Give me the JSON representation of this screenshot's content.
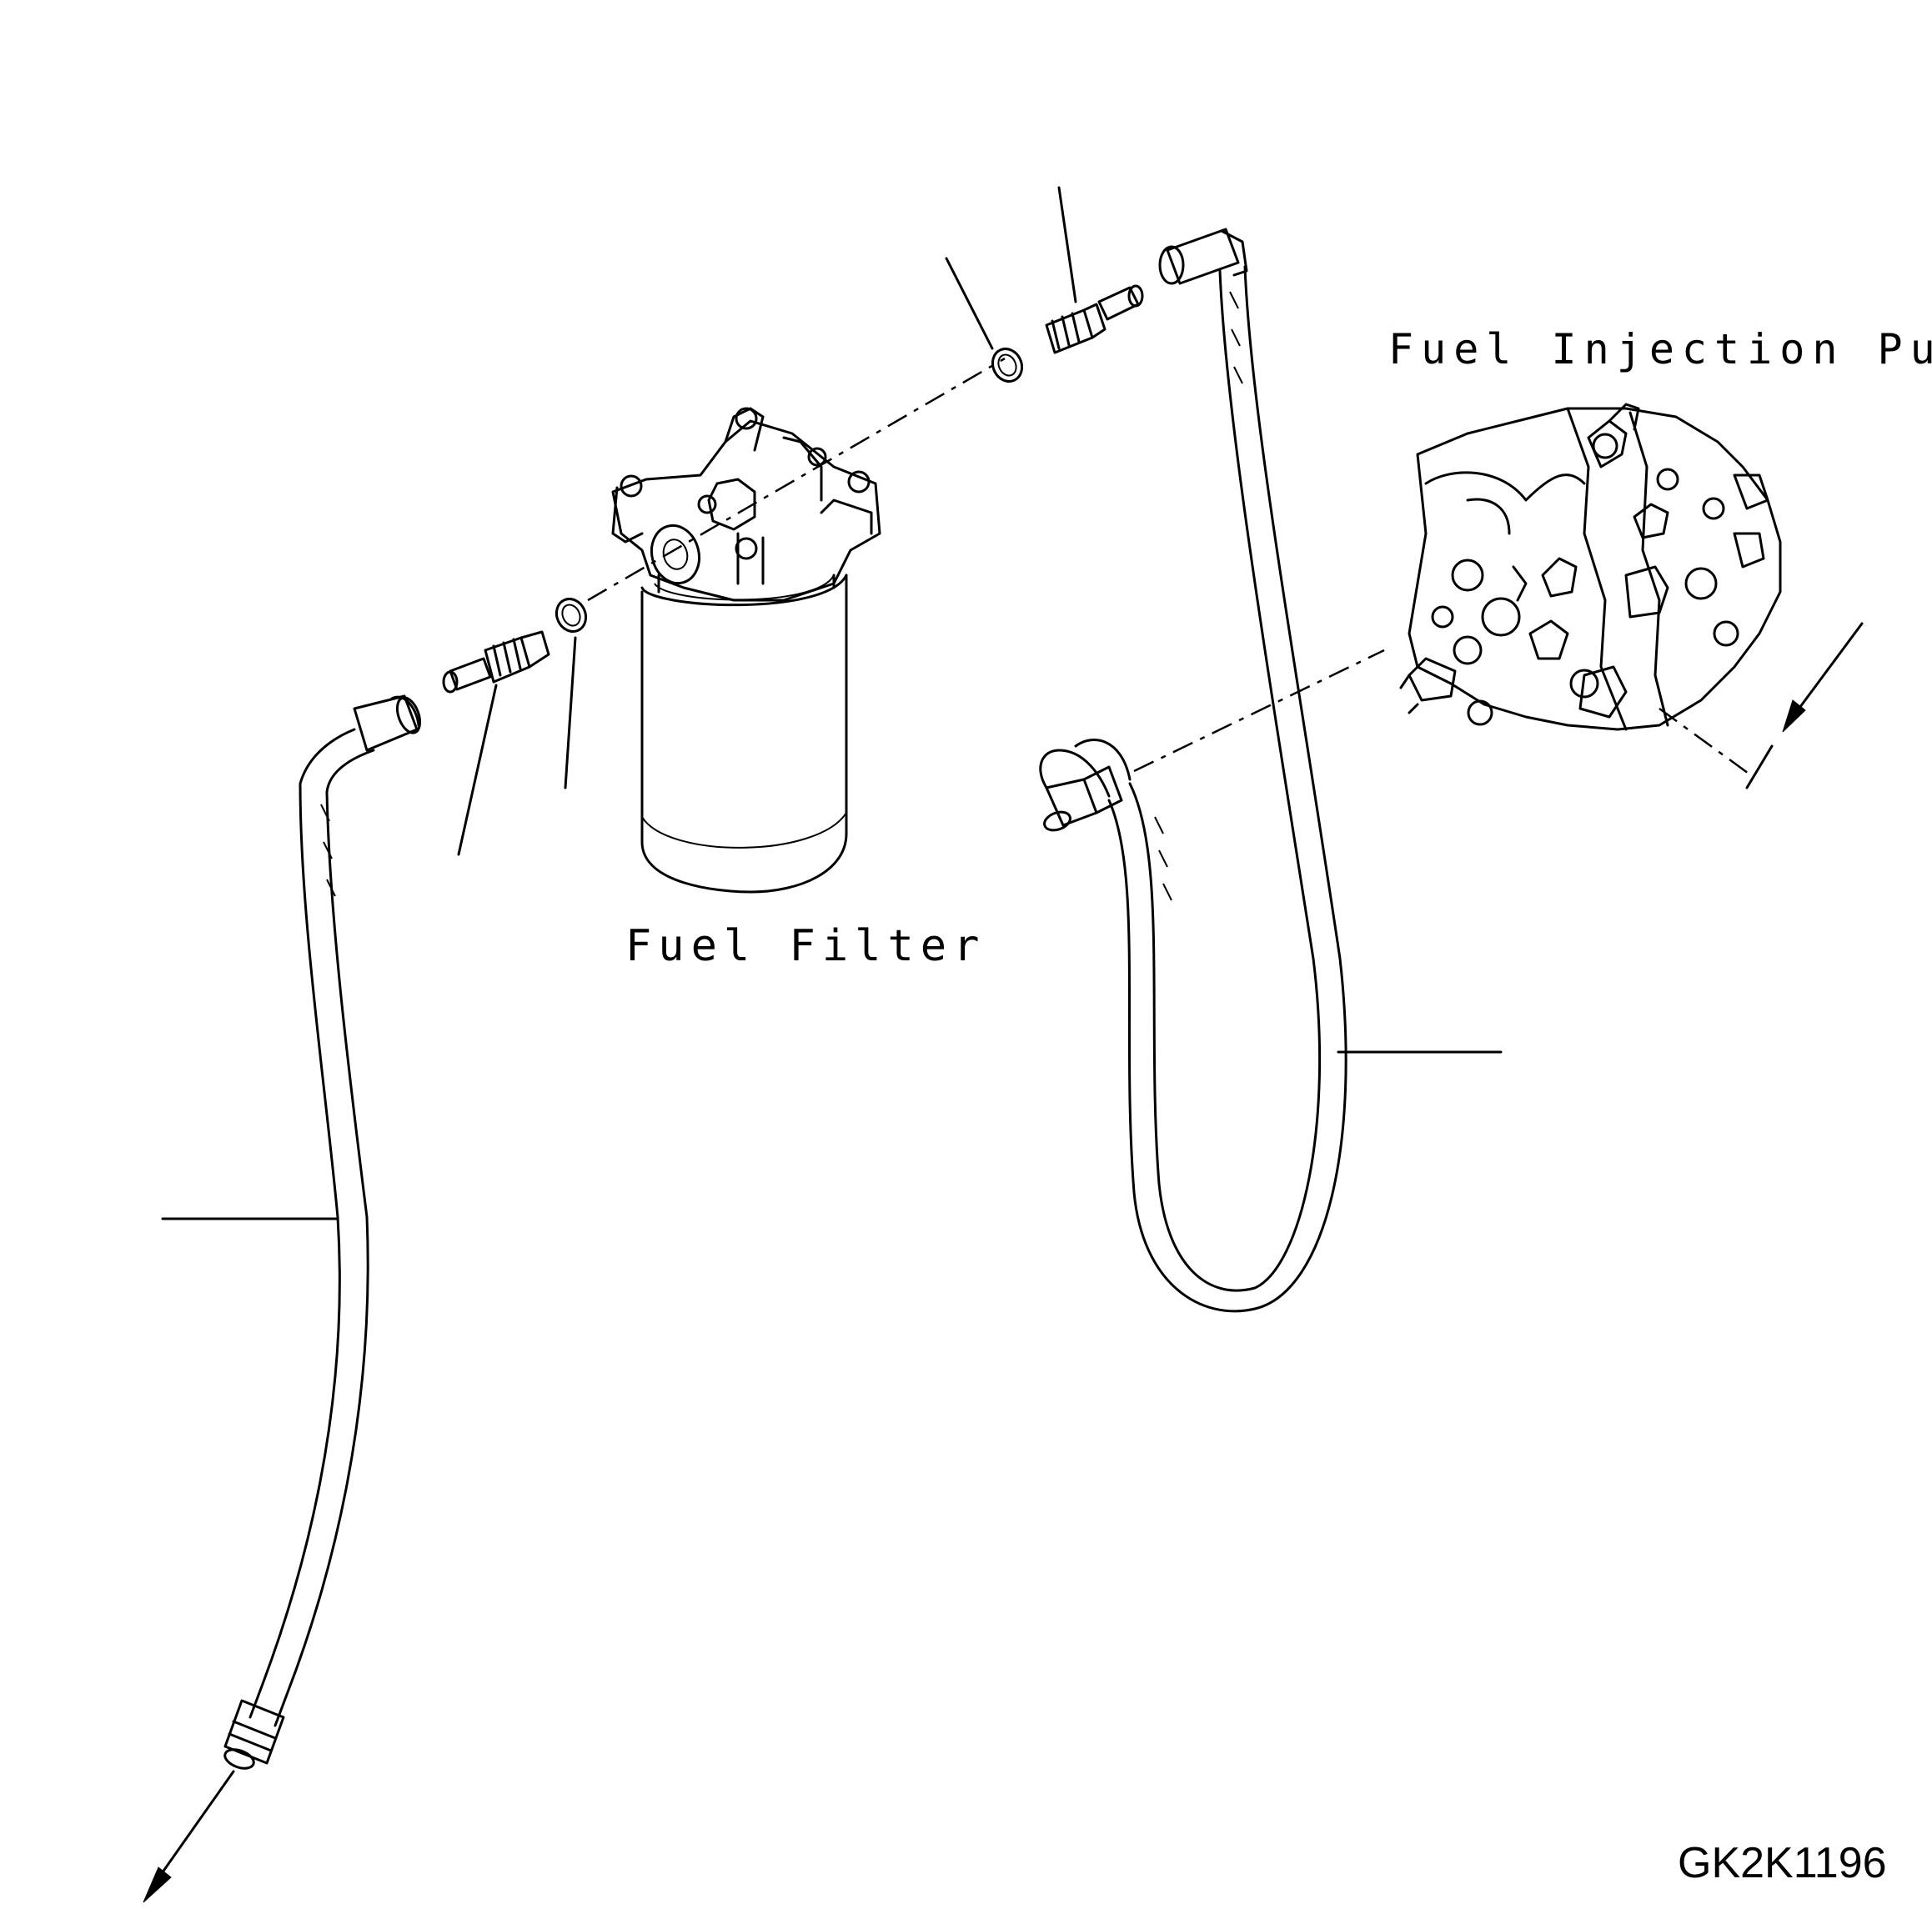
{
  "labels": {
    "fuel_filter": "Fuel Filter",
    "fuel_injection_pump": "Fuel Injection Pump",
    "drawing_code": "GK2K1196"
  },
  "colors": {
    "ink": "#000000",
    "paper": "#ffffff"
  }
}
